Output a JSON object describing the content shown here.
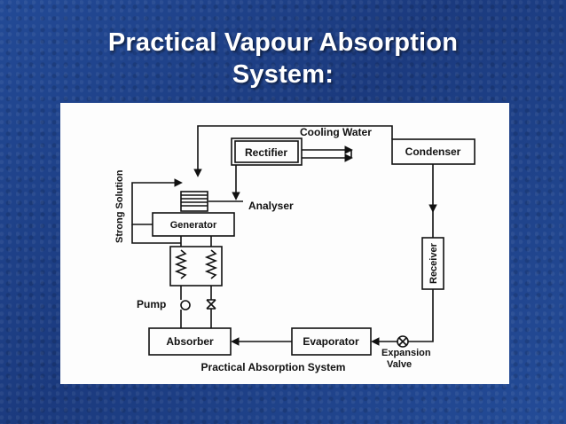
{
  "slide": {
    "title_line1": "Practical Vapour Absorption",
    "title_line2": "System:"
  },
  "diagram": {
    "cooling_water": "Cooling Water",
    "rectifier": "Rectifier",
    "condenser": "Condenser",
    "strong_solution": "Strong Solution",
    "analyser": "Analyser",
    "generator": "Generator",
    "receiver": "Receiver",
    "pump": "Pump",
    "absorber": "Absorber",
    "evaporator": "Evaporator",
    "expansion": "Expansion",
    "valve": "Valve",
    "caption": "Practical Absorption System"
  }
}
